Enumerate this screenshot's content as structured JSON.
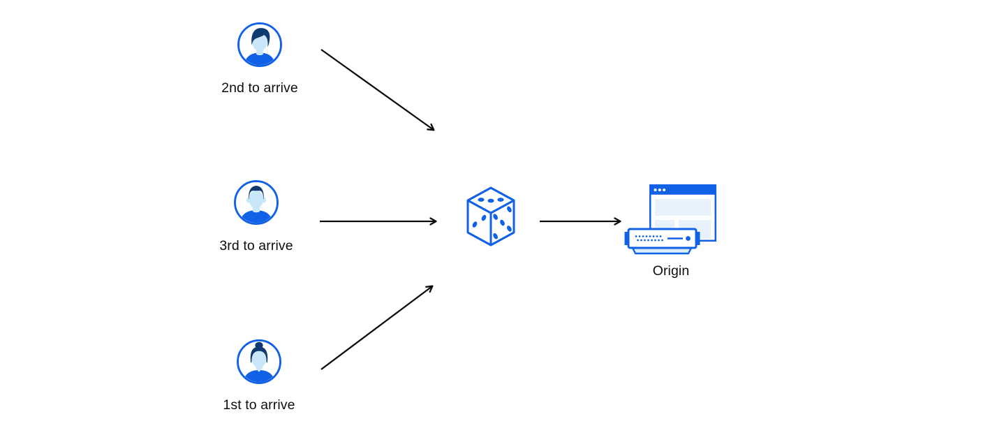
{
  "diagram": {
    "visitors": [
      {
        "id": "second",
        "label": "2nd to arrive",
        "icon": "avatar-man-swoop-icon"
      },
      {
        "id": "third",
        "label": "3rd to arrive",
        "icon": "avatar-man-flattop-icon"
      },
      {
        "id": "first",
        "label": "1st to arrive",
        "icon": "avatar-woman-bun-icon"
      }
    ],
    "center": {
      "icon": "dice-icon"
    },
    "origin": {
      "label": "Origin",
      "icon": "origin-server-icon"
    },
    "edges": [
      {
        "from": "2nd to arrive",
        "to": "dice"
      },
      {
        "from": "3rd to arrive",
        "to": "dice"
      },
      {
        "from": "1st to arrive",
        "to": "dice"
      },
      {
        "from": "dice",
        "to": "Origin"
      }
    ],
    "colors": {
      "primary_blue": "#1161E6",
      "dark_navy": "#0F3B70",
      "skin_light_blue": "#C9E7F8",
      "pale_block_blue": "#E6F1FB",
      "server_base_blue": "#D8EDF9",
      "arrow_black": "#0b0b0b",
      "background": "#ffffff"
    }
  }
}
